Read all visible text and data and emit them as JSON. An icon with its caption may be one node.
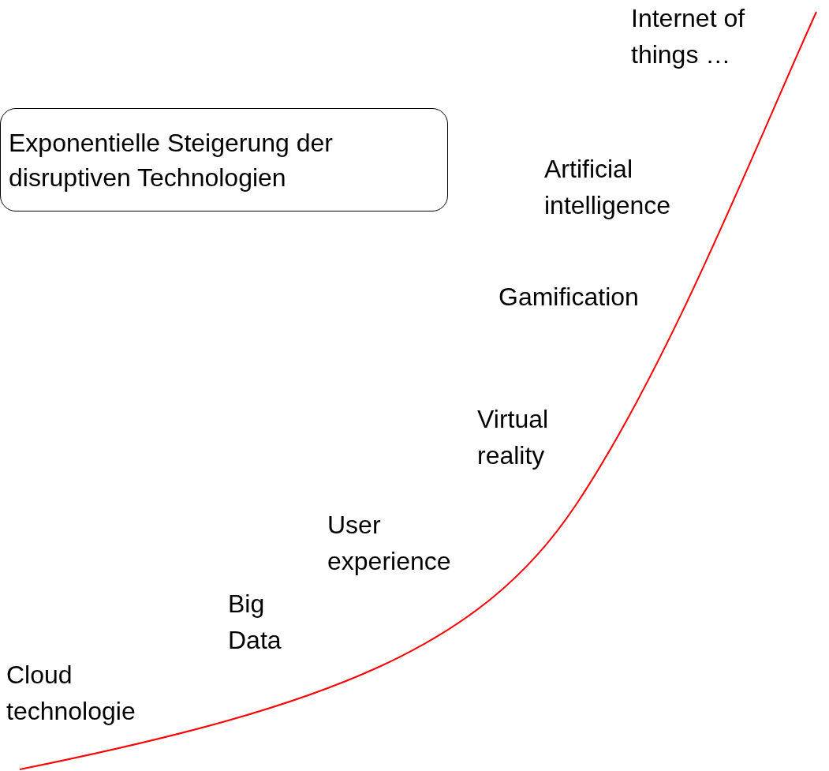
{
  "diagram": {
    "nodes": [
      {
        "text": [
          "Exponentielle Steigerung der disruptiven Technologien"
        ]
      }
    ],
    "labels": [
      "Internet of things …",
      "Artificial intelligence",
      "Gamification",
      "Virtual reality",
      "User experience",
      "Big Data",
      "Cloud technologie"
    ]
  }
}
